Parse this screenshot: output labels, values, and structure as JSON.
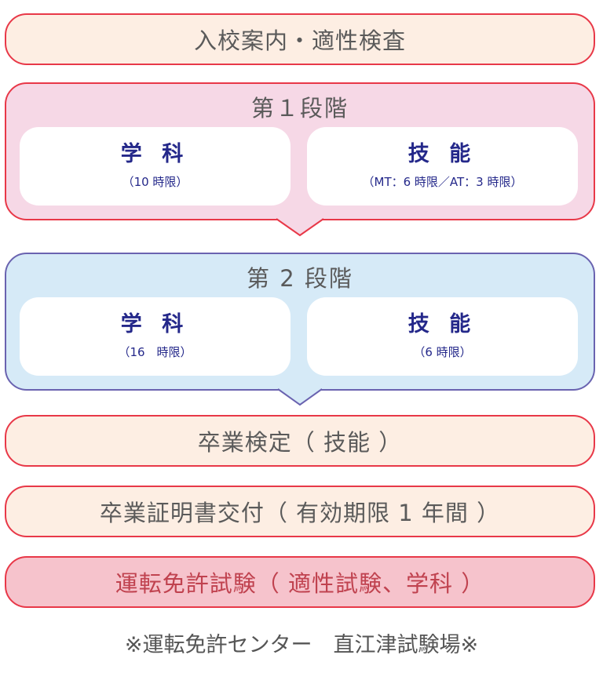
{
  "step1": "入校案内・適性検査",
  "stage1": {
    "title": "第１段階",
    "left": {
      "title": "学 科",
      "sub": "（10 時限）"
    },
    "right": {
      "title": "技 能",
      "sub": "（MT：6 時限／AT：3 時限）"
    }
  },
  "stage2": {
    "title": "第 2 段階",
    "left": {
      "title": "学 科",
      "sub": "（16　時限）"
    },
    "right": {
      "title": "技 能",
      "sub": "（6 時限）"
    }
  },
  "step3": "卒業検定（ 技能 ）",
  "step4": "卒業証明書交付（ 有効期限 1 年間 ）",
  "step5": "運転免許試験（ 適性試験、学科 ）",
  "footer": "※運転免許センター　直江津試験場※",
  "colors": {
    "red_border": "#e83848",
    "purple_border": "#6a63b0",
    "pink": "#f6d8e6",
    "blue": "#d6eaf7",
    "peach": "#fdeee3",
    "exam": "#f6c3cc",
    "navy": "#24288a"
  }
}
